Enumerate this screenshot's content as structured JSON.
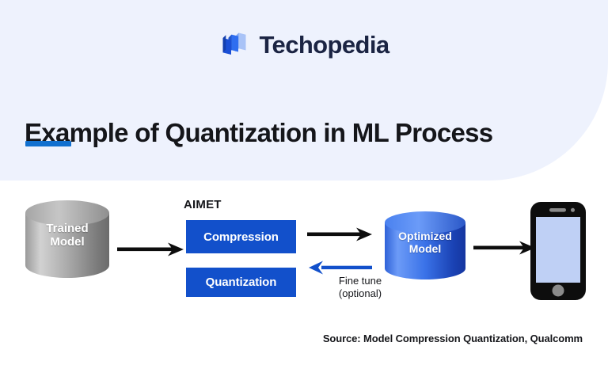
{
  "brand": {
    "name": "Techopedia",
    "logo_icon": "techopedia-stacked-panels-logo",
    "logo_colors": [
      "#1a4fd6",
      "#2f6ef0",
      "#a9c3f7"
    ],
    "name_color": "#1b2443"
  },
  "header": {
    "title": "Example of Quantization in ML Process",
    "accent_color": "#1170cf",
    "background_color": "#eef2fd"
  },
  "diagram": {
    "nodes": {
      "trained_model": {
        "label_line1": "Trained",
        "label_line2": "Model",
        "shape": "cylinder",
        "color_top": "#b4b4b4",
        "color_body_light": "#cfcfcf",
        "color_body_dark": "#6e6e6e"
      },
      "optimized_model": {
        "label_line1": "Optimized",
        "label_line2": "Model",
        "shape": "cylinder",
        "color_top": "#4d86ef",
        "color_body_light": "#5f94f5",
        "color_body_dark": "#1b43b8"
      },
      "phone": {
        "icon": "smartphone-icon",
        "body_color": "#0d0d0d",
        "screen_color": "#bfd0f5"
      }
    },
    "aimet": {
      "title": "AIMET",
      "boxes": [
        {
          "label": "Compression",
          "color": "#1250cb"
        },
        {
          "label": "Quantization",
          "color": "#1250cb"
        }
      ]
    },
    "feedback": {
      "caption_line1": "Fine tune",
      "caption_line2": "(optional)",
      "arrow_color": "#1250cb",
      "arrow_direction": "left"
    },
    "flow_arrows": [
      {
        "name": "trained-to-aimet",
        "direction": "right",
        "color": "#0d0d0d"
      },
      {
        "name": "aimet-to-optimized",
        "direction": "right",
        "color": "#0d0d0d"
      },
      {
        "name": "optimized-to-phone",
        "direction": "right",
        "color": "#0d0d0d"
      }
    ]
  },
  "footer": {
    "source": "Source: Model Compression Quantization, Qualcomm"
  }
}
